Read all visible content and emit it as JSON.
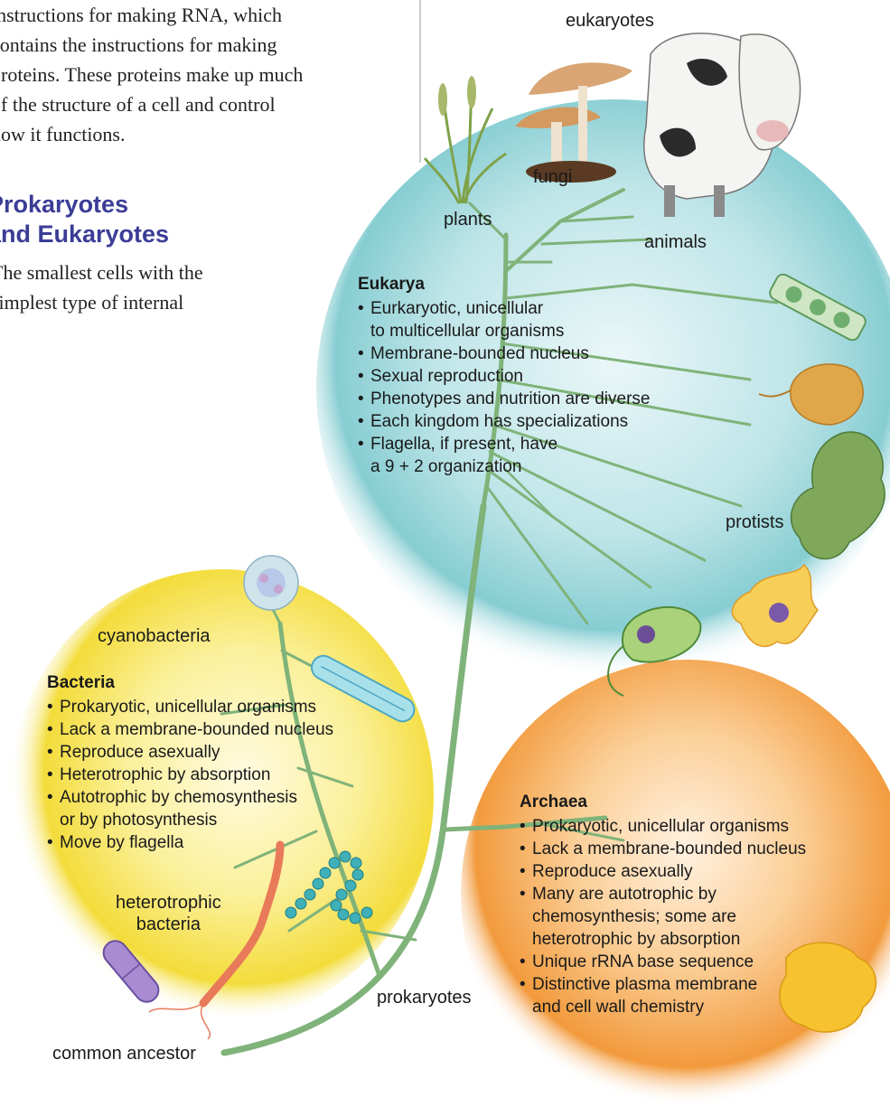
{
  "textbook_column": {
    "paragraph_lines": [
      "instructions for making RNA, which",
      "contains the instructions for making",
      "proteins. These proteins make up much",
      "of the structure of a cell and control",
      "how it functions."
    ],
    "heading_lines": [
      "Prokaryotes",
      "and Eukaryotes"
    ],
    "paragraph2_lines": [
      "The smallest cells with the",
      "simplest type of internal"
    ]
  },
  "diagram": {
    "group_labels": {
      "eukaryotes": "eukaryotes",
      "fungi": "fungi",
      "plants": "plants",
      "animals": "animals",
      "protists": "protists",
      "cyanobacteria": "cyanobacteria",
      "heterotrophic_bacteria": [
        "heterotrophic",
        "bacteria"
      ],
      "prokaryotes": "prokaryotes",
      "common_ancestor": "common ancestor"
    },
    "eukarya": {
      "title": "Eukarya",
      "points": [
        [
          "Eurkaryotic, unicellular",
          "to multicellular organisms"
        ],
        [
          "Membrane-bounded nucleus"
        ],
        [
          "Sexual reproduction"
        ],
        [
          "Phenotypes and nutrition are diverse"
        ],
        [
          "Each kingdom has specializations"
        ],
        [
          "Flagella, if present, have",
          "a 9 + 2 organization"
        ]
      ]
    },
    "bacteria": {
      "title": "Bacteria",
      "points": [
        [
          "Prokaryotic, unicellular organisms"
        ],
        [
          "Lack a membrane-bounded nucleus"
        ],
        [
          "Reproduce asexually"
        ],
        [
          "Heterotrophic by absorption"
        ],
        [
          "Autotrophic by chemosynthesis",
          "or by photosynthesis"
        ],
        [
          "Move by flagella"
        ]
      ]
    },
    "archaea": {
      "title": "Archaea",
      "points": [
        [
          "Prokaryotic, unicellular organisms"
        ],
        [
          "Lack a membrane-bounded nucleus"
        ],
        [
          "Reproduce asexually"
        ],
        [
          "Many are autotrophic by",
          "chemosynthesis; some are",
          "heterotrophic by absorption"
        ],
        [
          "Unique rRNA base sequence"
        ],
        [
          "Distinctive plasma membrane",
          "and cell wall chemistry"
        ]
      ]
    },
    "colors": {
      "eukarya_sphere": "#6fc3c9",
      "bacteria_sphere": "#f6e046",
      "archaea_sphere": "#f2a24a",
      "branch": "#7fb37a",
      "heading": "#3b3d96"
    },
    "icons": [
      "mushroom-icon",
      "grass-plant-icon",
      "cow-icon",
      "algae-filament-icon",
      "protozoan-icon",
      "seaweed-icon",
      "amoeba-icon",
      "euglena-icon",
      "cyanobacterium-icon",
      "rod-bacterium-icon",
      "spirochete-icon",
      "coccus-chain-icon",
      "archaeon-icon"
    ]
  }
}
